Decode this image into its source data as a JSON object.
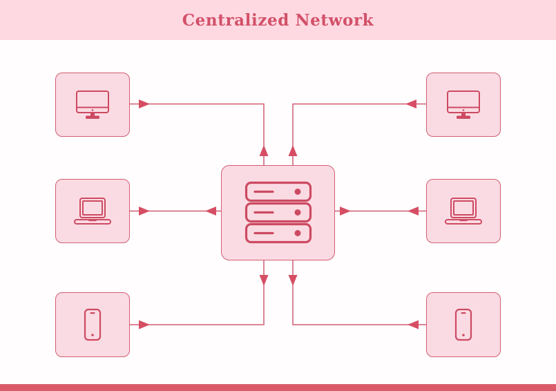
{
  "header": {
    "title": "Centralized Network"
  },
  "colors": {
    "header-bg": "#ffd9e2",
    "title-color": "#d25068",
    "canvas-bg": "#fffdfd",
    "node-fill": "#fbdbe3",
    "node-border": "#d15c72",
    "connector": "#d15c72",
    "arrowhead": "#d54e64",
    "icon-stroke": "#cc4a62",
    "footer-bar": "#da5a68"
  },
  "diagram": {
    "type": "centralized-network",
    "hub": {
      "id": "server",
      "icon": "server-icon",
      "label": ""
    },
    "clients": [
      {
        "id": "desktop-top-left",
        "icon": "desktop-icon",
        "position": "top-left"
      },
      {
        "id": "desktop-top-right",
        "icon": "desktop-icon",
        "position": "top-right"
      },
      {
        "id": "laptop-middle-left",
        "icon": "laptop-icon",
        "position": "middle-left"
      },
      {
        "id": "laptop-middle-right",
        "icon": "laptop-icon",
        "position": "middle-right"
      },
      {
        "id": "phone-bottom-left",
        "icon": "phone-icon",
        "position": "bottom-left"
      },
      {
        "id": "phone-bottom-right",
        "icon": "phone-icon",
        "position": "bottom-right"
      }
    ],
    "edges": [
      {
        "from": "desktop-top-left",
        "to": "server",
        "direction": "bidirectional",
        "route": "right-then-down"
      },
      {
        "from": "desktop-top-right",
        "to": "server",
        "direction": "bidirectional",
        "route": "left-then-down"
      },
      {
        "from": "laptop-middle-left",
        "to": "server",
        "direction": "bidirectional",
        "route": "straight"
      },
      {
        "from": "laptop-middle-right",
        "to": "server",
        "direction": "bidirectional",
        "route": "straight"
      },
      {
        "from": "phone-bottom-left",
        "to": "server",
        "direction": "bidirectional",
        "route": "right-then-up"
      },
      {
        "from": "phone-bottom-right",
        "to": "server",
        "direction": "bidirectional",
        "route": "left-then-up"
      }
    ]
  }
}
